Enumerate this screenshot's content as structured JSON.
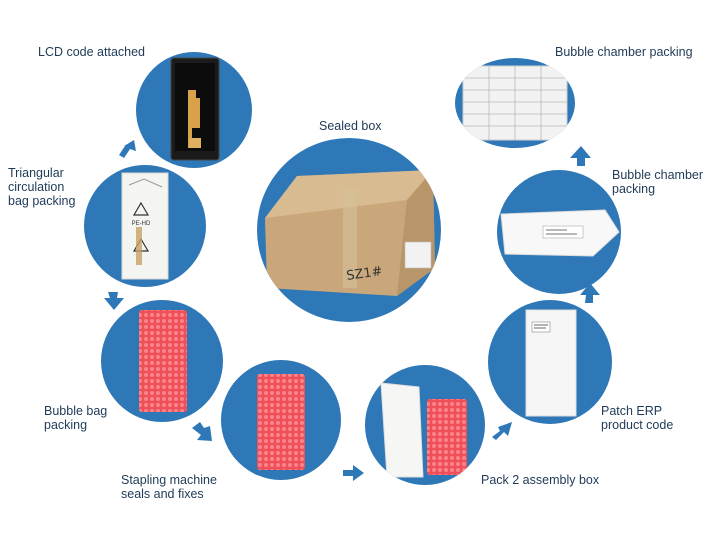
{
  "steps": {
    "lcd": "LCD code attached",
    "triangular": [
      "Triangular",
      "circulation",
      "bag packing"
    ],
    "bubble_bag": [
      "Bubble bag",
      "packing"
    ],
    "stapling": [
      "Stapling machine",
      "seals and fixes"
    ],
    "pack2": "Pack 2 assembly box",
    "patch_erp": [
      "Patch ERP",
      "product code"
    ],
    "bubble_chamber_2": [
      "Bubble chamber",
      "packing"
    ],
    "bubble_chamber_1": "Bubble chamber packing",
    "sealed_box": "Sealed box"
  },
  "box_marking": "SZ1#",
  "colors": {
    "circle": "#2e78b8",
    "arrow": "#2e78b8",
    "text": "#1f3a56",
    "bubble": "#ee4f58",
    "cardboard": "#c9a77a"
  }
}
